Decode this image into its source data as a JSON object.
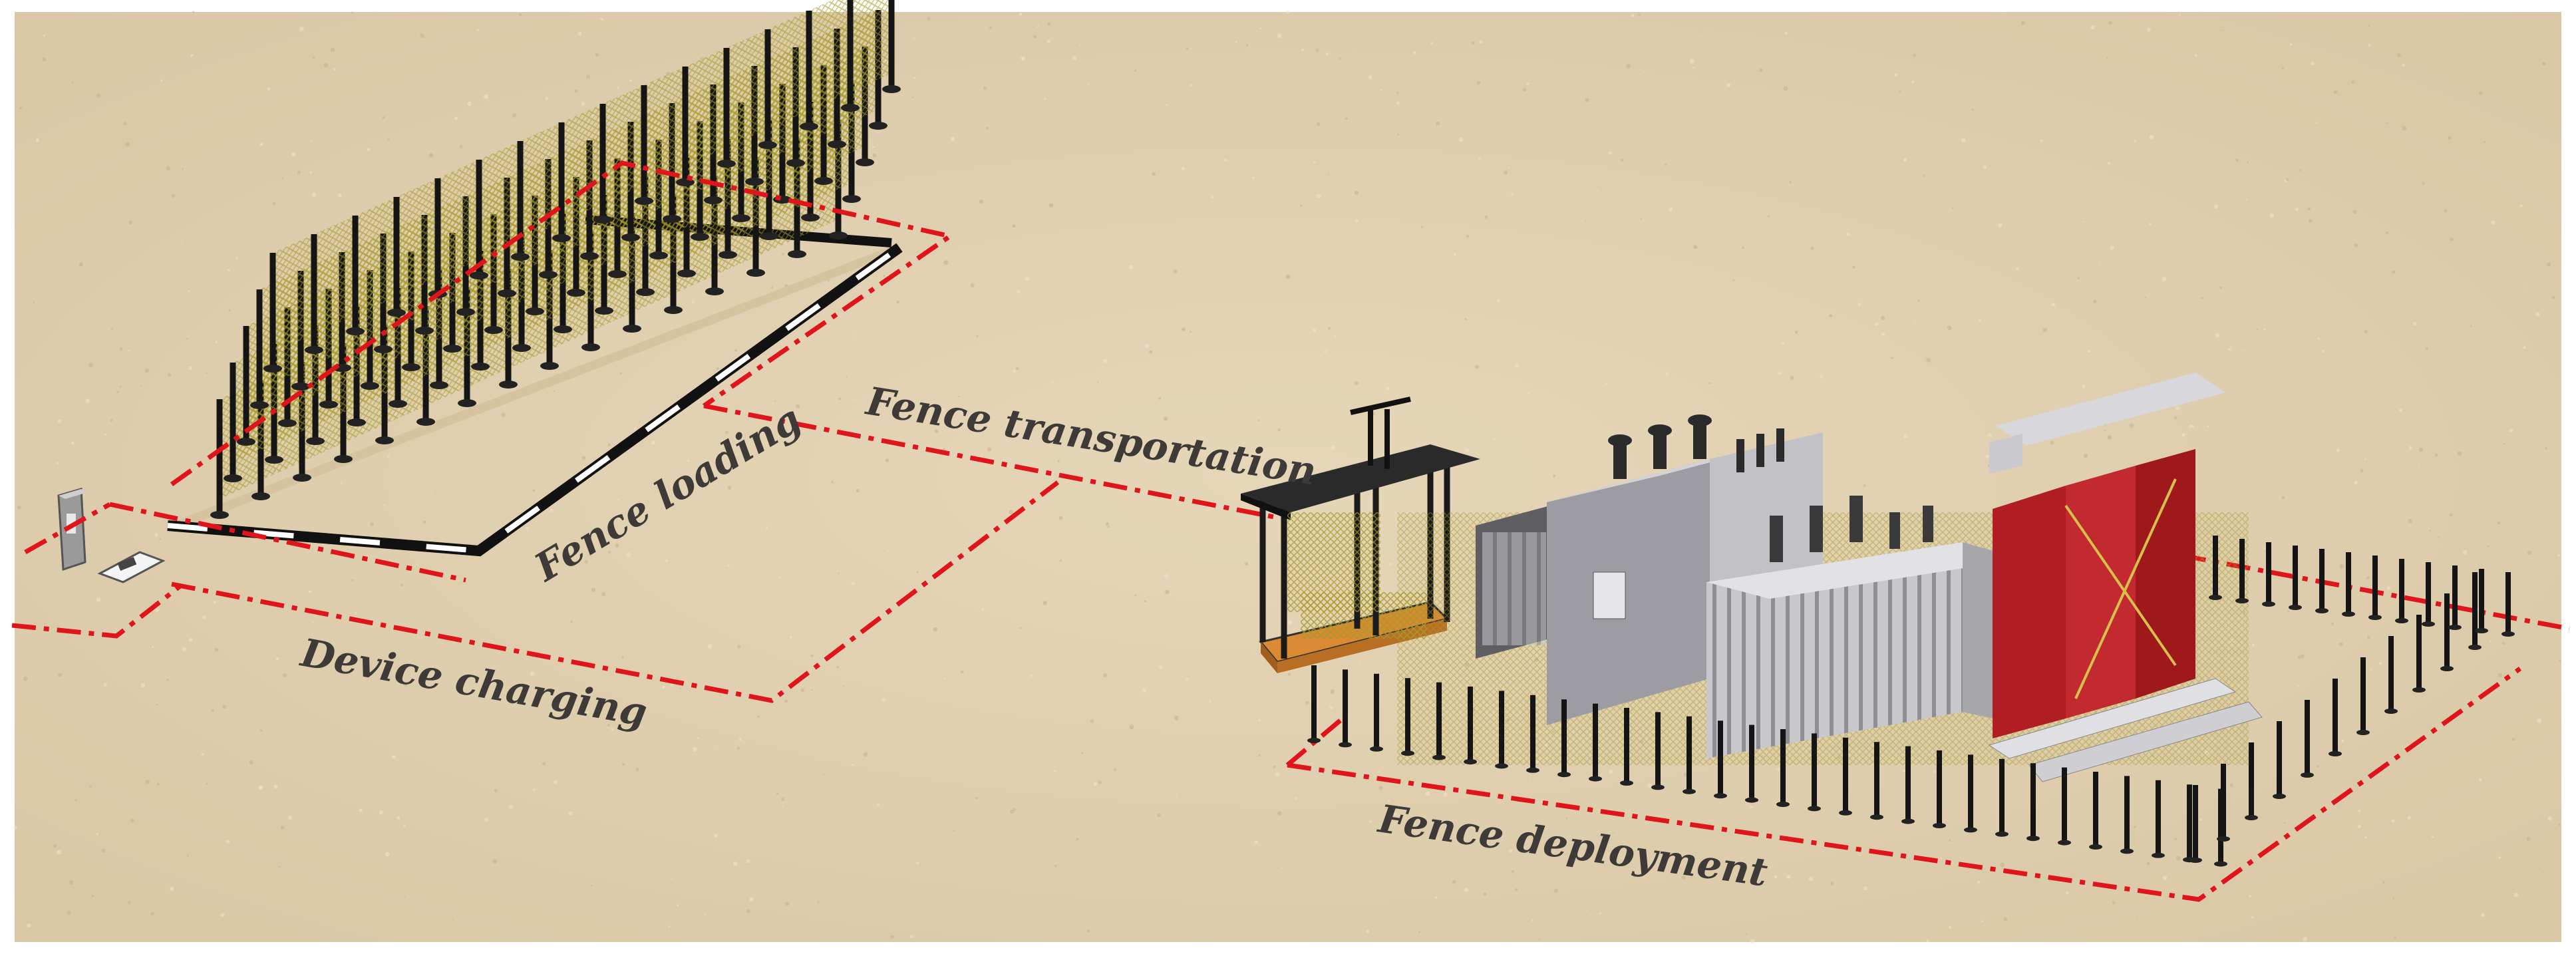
{
  "labels": {
    "fence_loading": "Fence loading",
    "fence_transportation": "Fence transportation",
    "device_charging": "Device charging",
    "fence_deployment": "Fence deployment"
  },
  "colors": {
    "ground": "#e0cfb0",
    "zone_line": "#e0141b",
    "label_text": "#3d3a38",
    "fence_post": "#151515",
    "fence_mesh": "#a59a26",
    "transformer_body": "#b9b9bd",
    "coil_red": "#b01e23"
  }
}
